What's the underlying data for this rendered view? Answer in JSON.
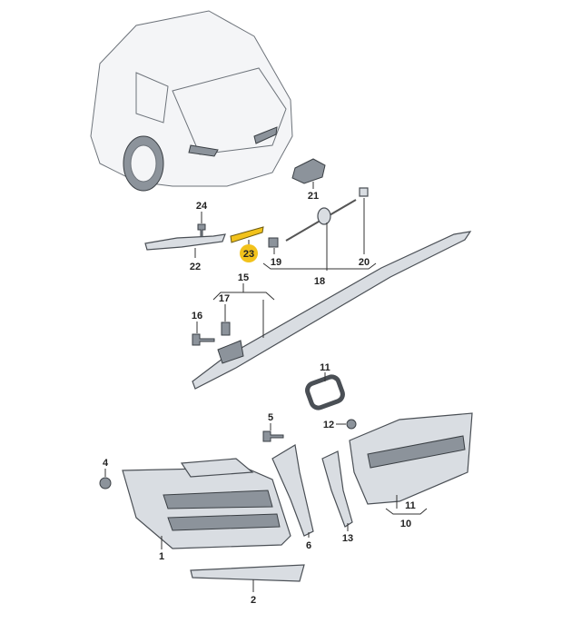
{
  "diagram": {
    "highlight_color": "#f2c21b",
    "highlighted_part": "23",
    "labels": {
      "p21": "21",
      "p24": "24",
      "p22": "22",
      "p23": "23",
      "p19": "19",
      "p20": "20",
      "p18": "18",
      "p15": "15",
      "p17": "17",
      "p16": "16",
      "p11a": "11",
      "p12": "12",
      "p5": "5",
      "p4": "4",
      "p1": "1",
      "p6": "6",
      "p13": "13",
      "p11b": "11",
      "p10": "10",
      "p2": "2"
    }
  }
}
